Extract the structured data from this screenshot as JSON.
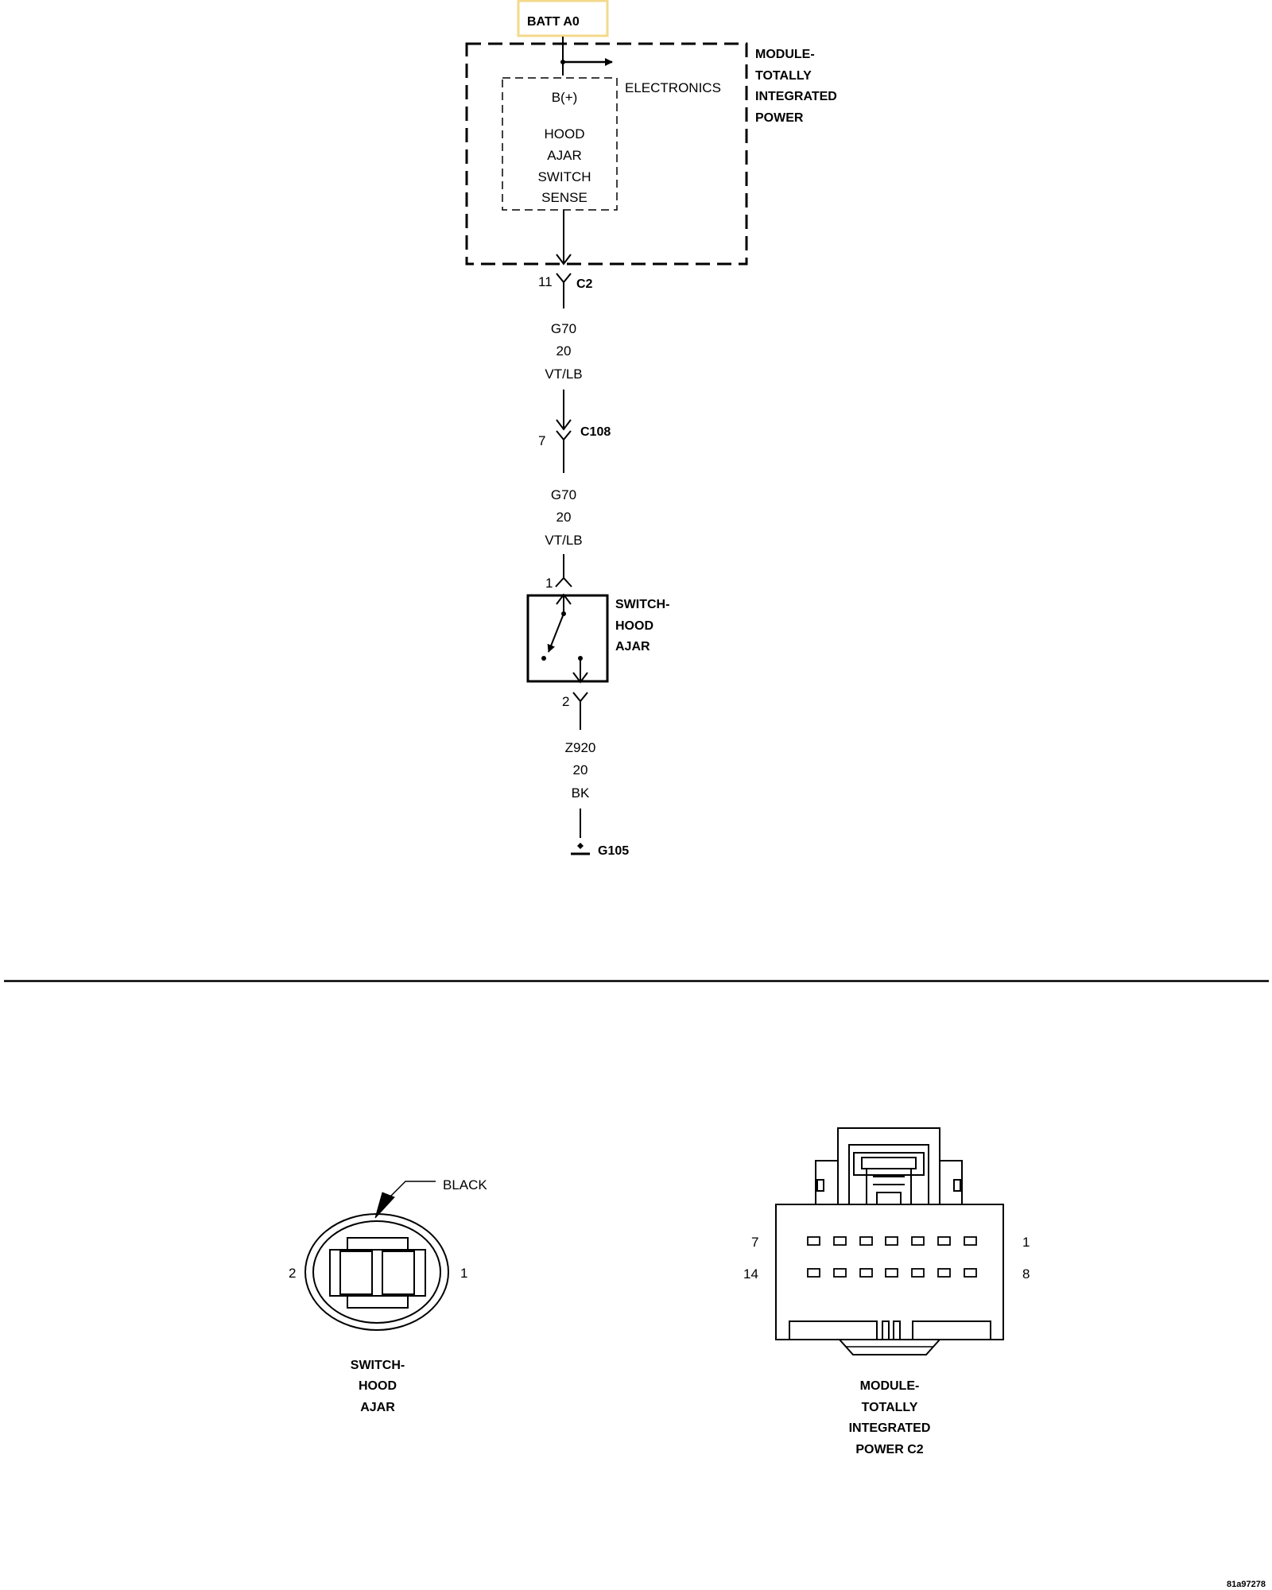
{
  "schematic": {
    "batt_label": "BATT A0",
    "batt_box_color": "#F3D98B",
    "module_label": [
      "MODULE-",
      "TOTALLY",
      "INTEGRATED",
      "POWER"
    ],
    "electronics_label": "ELECTRONICS",
    "inner_box_label": [
      "B(+)",
      "HOOD",
      "AJAR",
      "SWITCH",
      "SENSE"
    ],
    "connector_c2": {
      "pin": "11",
      "name": "C2"
    },
    "wire_1": [
      "G70",
      "20",
      "VT/LB"
    ],
    "connector_c108": {
      "pin": "7",
      "name": "C108"
    },
    "wire_2": [
      "G70",
      "20",
      "VT/LB"
    ],
    "switch_pin_top": "1",
    "switch_label": [
      "SWITCH-",
      "HOOD",
      "AJAR"
    ],
    "switch_pin_bottom": "2",
    "wire_3": [
      "Z920",
      "20",
      "BK"
    ],
    "ground_label": "G105"
  },
  "connector_views": {
    "hood_switch": {
      "color_label": "BLACK",
      "pin_left": "2",
      "pin_right": "1",
      "caption": [
        "SWITCH-",
        "HOOD",
        "AJAR"
      ]
    },
    "tipm_c2": {
      "pin_top_left": "7",
      "pin_top_right": "1",
      "pin_bottom_left": "14",
      "pin_bottom_right": "8",
      "caption": [
        "MODULE-",
        "TOTALLY",
        "INTEGRATED",
        "POWER C2"
      ]
    }
  },
  "figure_id": "81a97278"
}
